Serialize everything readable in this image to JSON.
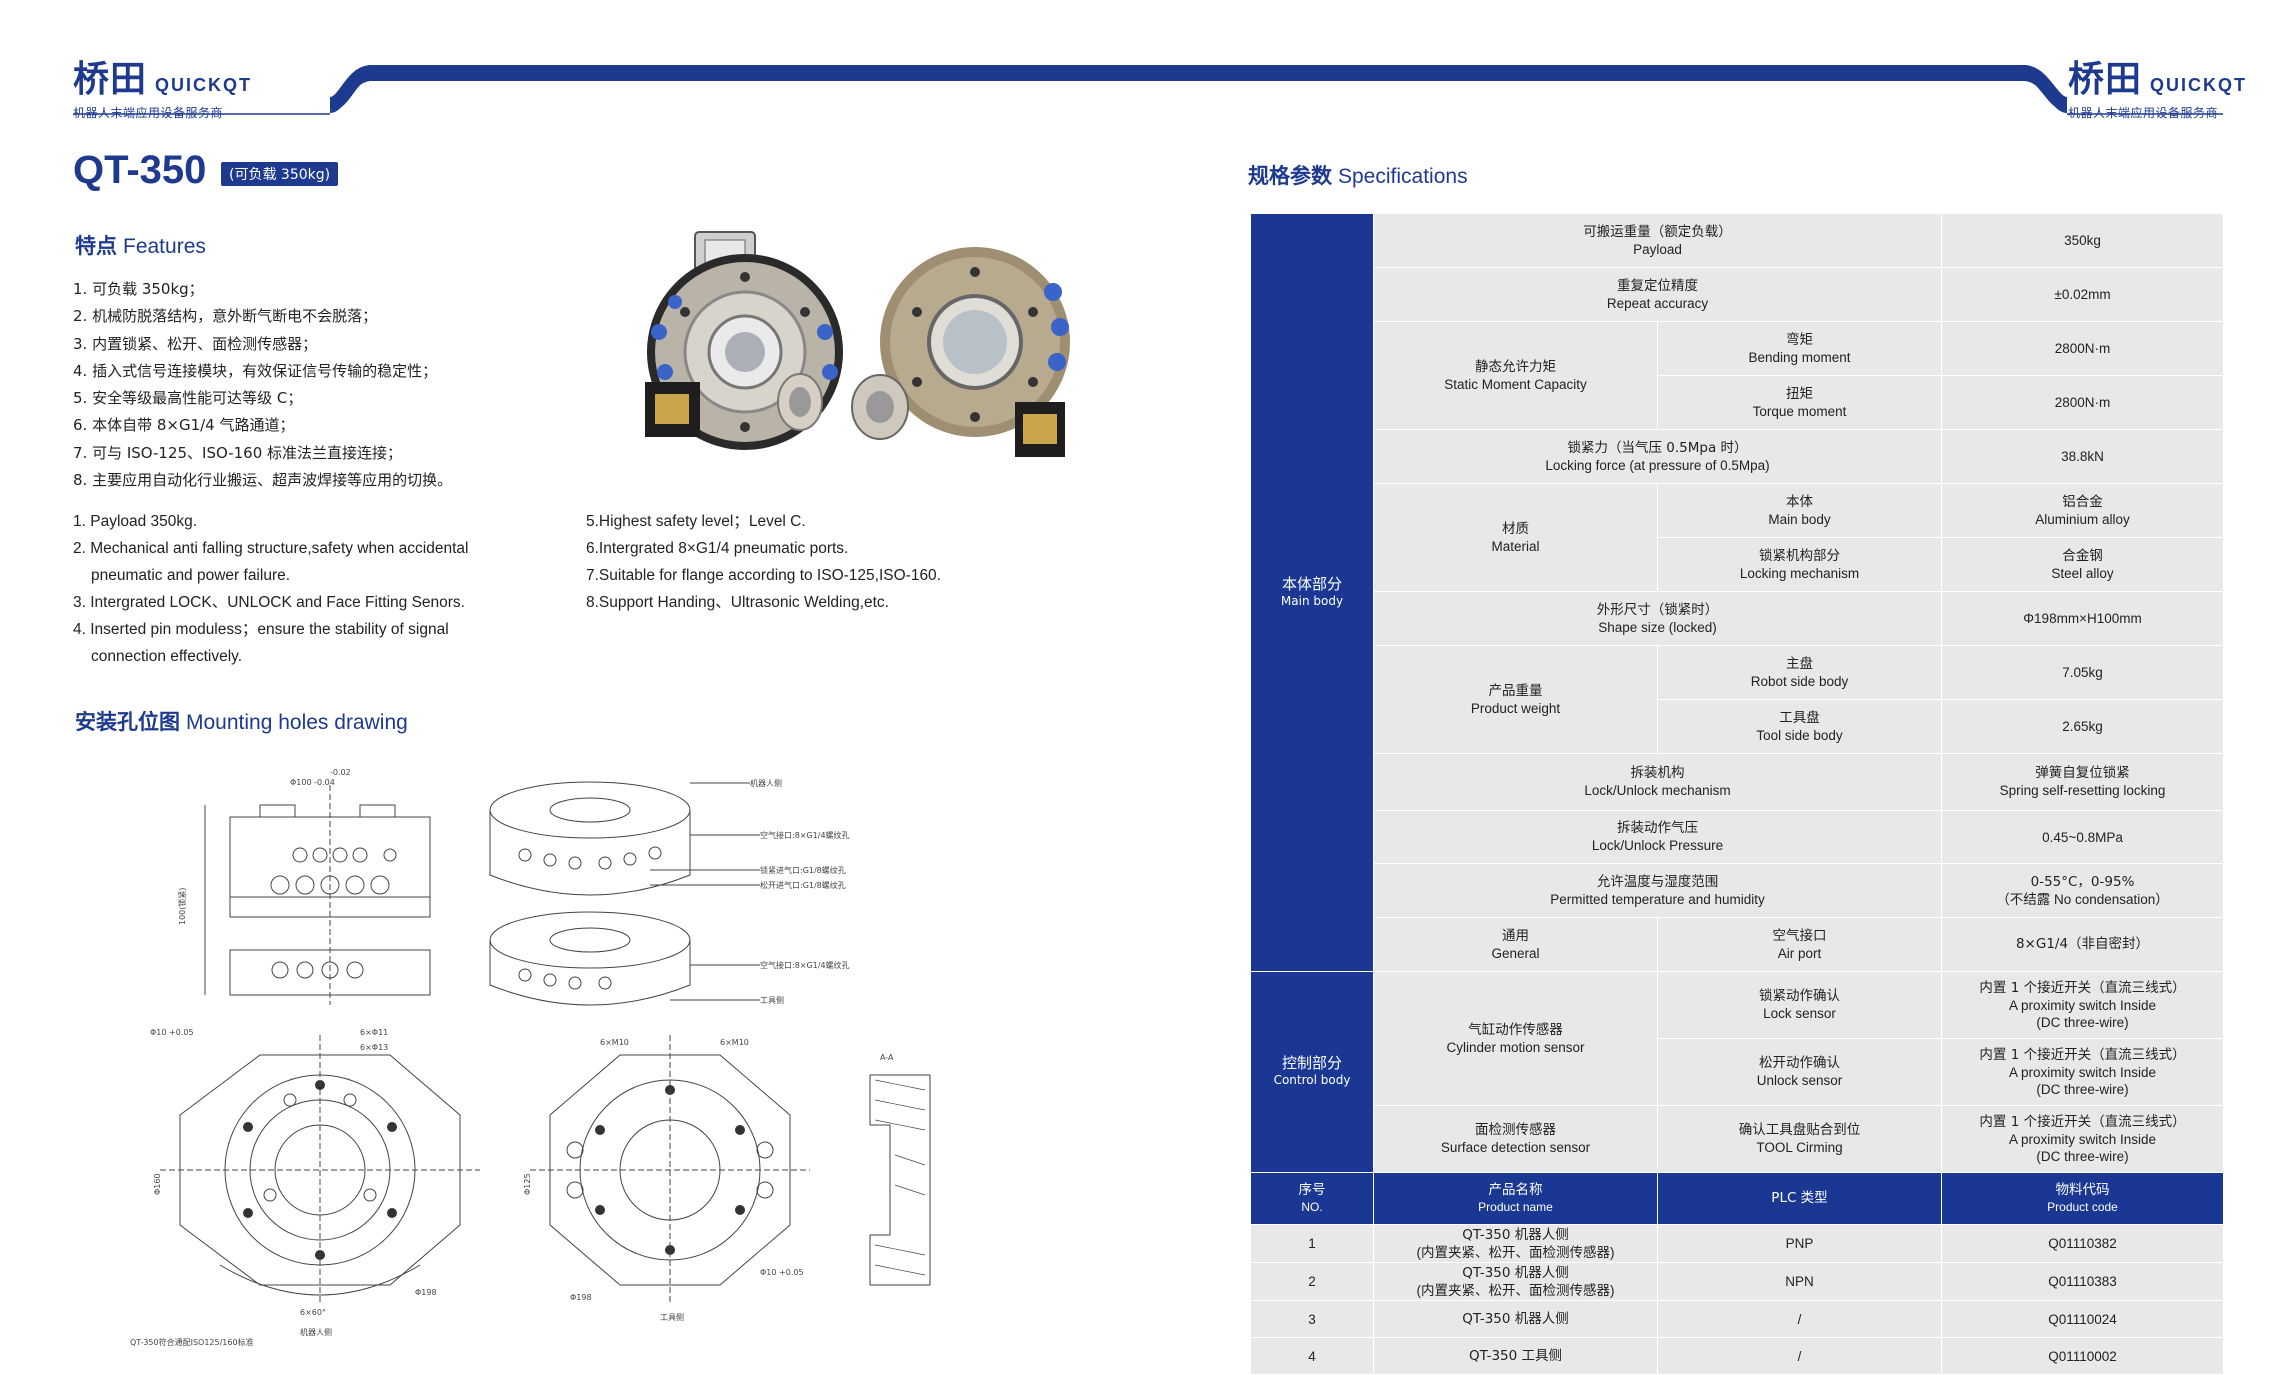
{
  "brand": {
    "cn": "桥田",
    "en": "QUICKQT",
    "tagline": "机器人末端应用设备服务商",
    "primary_color": "#1d3a8f"
  },
  "model": {
    "name": "QT-350",
    "badge": "(可负载 350kg)"
  },
  "features": {
    "title_cn": "特点",
    "title_en": "Features",
    "cn_items": [
      "1. 可负载 350kg；",
      "2. 机械防脱落结构，意外断气断电不会脱落；",
      "3. 内置锁紧、松开、面检测传感器；",
      "4. 插入式信号连接模块，有效保证信号传输的稳定性；",
      "5. 安全等级最高性能可达等级 C；",
      "6. 本体自带 8×G1/4 气路通道；",
      "7. 可与 ISO-125、ISO-160 标准法兰直接连接；",
      "8. 主要应用自动化行业搬运、超声波焊接等应用的切换。"
    ],
    "en_left": {
      "i1": "1. Payload 350kg.",
      "i2a": "2. Mechanical anti falling structure,safety when accidental",
      "i2b": "pneumatic and power failure.",
      "i3": "3. Intergrated LOCK、UNLOCK and Face Fitting Senors.",
      "i4a": "4. Inserted pin moduless；ensure the stability of signal",
      "i4b": "connection effectively."
    },
    "en_right": [
      "5.Highest safety level；Level C.",
      "6.Intergrated 8×G1/4 pneumatic ports.",
      "7.Suitable for flange according to ISO-125,ISO-160.",
      "8.Support Handing、Ultrasonic Welding,etc."
    ]
  },
  "mounting": {
    "title_cn": "安装孔位图",
    "title_en": "Mounting holes drawing",
    "labels": {
      "dim_top": "-0.02",
      "dim_top2": "Φ100 -0.04",
      "height": "100(锁紧)",
      "robot_side": "机器人侧",
      "tool_side": "工具侧",
      "note_bottom": "QT-350符合通配ISO125/160标准",
      "air_port": "空气接口:8×G1/4螺纹孔",
      "lock_port": "锁紧进气口:G1/8螺纹孔",
      "unlock_port": "松开进气口:G1/8螺纹孔",
      "section": "A-A",
      "m10a": "6×M10",
      "m10b": "6×M10",
      "angle": "6×60°",
      "d198a": "Φ198",
      "d198b": "Φ198",
      "d160": "Φ160",
      "d125": "Φ125",
      "d10a": "Φ10 +0.05",
      "d10b": "Φ10 +0.05",
      "d11": "6×Φ11",
      "d13": "6×Φ13"
    }
  },
  "specs": {
    "title_cn": "规格参数",
    "title_en": "Specifications",
    "cat_main_cn": "本体部分",
    "cat_main_en": "Main body",
    "cat_ctrl_cn": "控制部分",
    "cat_ctrl_en": "Control body",
    "payload": {
      "cn": "可搬运重量（额定负载）",
      "en": "Payload",
      "val": "350kg"
    },
    "repeat": {
      "cn": "重复定位精度",
      "en": "Repeat accuracy",
      "val": "±0.02mm"
    },
    "static": {
      "cn": "静态允许力矩",
      "en": "Static Moment Capacity"
    },
    "bending": {
      "cn": "弯矩",
      "en": "Bending moment",
      "val": "2800N·m"
    },
    "torque": {
      "cn": "扭矩",
      "en": "Torque moment",
      "val": "2800N·m"
    },
    "locking_force": {
      "cn": "锁紧力（当气压 0.5Mpa 时）",
      "en": "Locking force (at pressure of 0.5Mpa)",
      "val": "38.8kN"
    },
    "material": {
      "cn": "材质",
      "en": "Material"
    },
    "main_body": {
      "cn": "本体",
      "en": "Main body",
      "val_cn": "铝合金",
      "val_en": "Aluminium alloy"
    },
    "lock_mech": {
      "cn": "锁紧机构部分",
      "en": "Locking mechanism",
      "val_cn": "合金钢",
      "val_en": "Steel alloy"
    },
    "shape": {
      "cn": "外形尺寸（锁紧时）",
      "en": "Shape size (locked)",
      "val": "Φ198mm×H100mm"
    },
    "weight": {
      "cn": "产品重量",
      "en": "Product weight"
    },
    "robot_side": {
      "cn": "主盘",
      "en": "Robot side body",
      "val": "7.05kg"
    },
    "tool_side": {
      "cn": "工具盘",
      "en": "Tool side body",
      "val": "2.65kg"
    },
    "lock_unlock": {
      "cn": "拆装机构",
      "en": "Lock/Unlock mechanism",
      "val_cn": "弹簧自复位锁紧",
      "val_en": "Spring self-resetting locking"
    },
    "pressure": {
      "cn": "拆装动作气压",
      "en": "Lock/Unlock Pressure",
      "val": "0.45~0.8MPa"
    },
    "temperature": {
      "cn": "允许温度与湿度范围",
      "en": "Permitted temperature and humidity",
      "val_1": "0-55°C，0-95%",
      "val_2": "（不结露 No condensation）"
    },
    "general": {
      "cn": "通用",
      "en": "General"
    },
    "air_port": {
      "cn": "空气接口",
      "en": "Air port",
      "val": "8×G1/4（非自密封）"
    },
    "cylinder": {
      "cn": "气缸动作传感器",
      "en": "Cylinder motion sensor"
    },
    "lock_sensor": {
      "cn": "锁紧动作确认",
      "en": "Lock sensor"
    },
    "unlock_sensor": {
      "cn": "松开动作确认",
      "en": "Unlock sensor"
    },
    "surface": {
      "cn": "面检测传感器",
      "en": "Surface detection sensor"
    },
    "tool_cirming": {
      "cn": "确认工具盘贴合到位",
      "en": "TOOL Cirming"
    },
    "prox_1": "内置 1 个接近开关（直流三线式）",
    "prox_2": "A proximity switch Inside",
    "prox_3": "(DC three-wire)"
  },
  "products": {
    "headers": {
      "no_cn": "序号",
      "no_en": "NO.",
      "name_cn": "产品名称",
      "name_en": "Product name",
      "plc": "PLC 类型",
      "code_cn": "物料代码",
      "code_en": "Product code"
    },
    "rows": [
      {
        "no": "1",
        "name_1": "QT-350 机器人侧",
        "name_2": "(内置夹紧、松开、面检测传感器)",
        "plc": "PNP",
        "code": "Q01110382"
      },
      {
        "no": "2",
        "name_1": "QT-350 机器人侧",
        "name_2": "(内置夹紧、松开、面检测传感器)",
        "plc": "NPN",
        "code": "Q01110383"
      },
      {
        "no": "3",
        "name_1": "QT-350 机器人侧",
        "name_2": "",
        "plc": "/",
        "code": "Q01110024"
      },
      {
        "no": "4",
        "name_1": "QT-350 工具侧",
        "name_2": "",
        "plc": "/",
        "code": "Q01110002"
      }
    ]
  }
}
